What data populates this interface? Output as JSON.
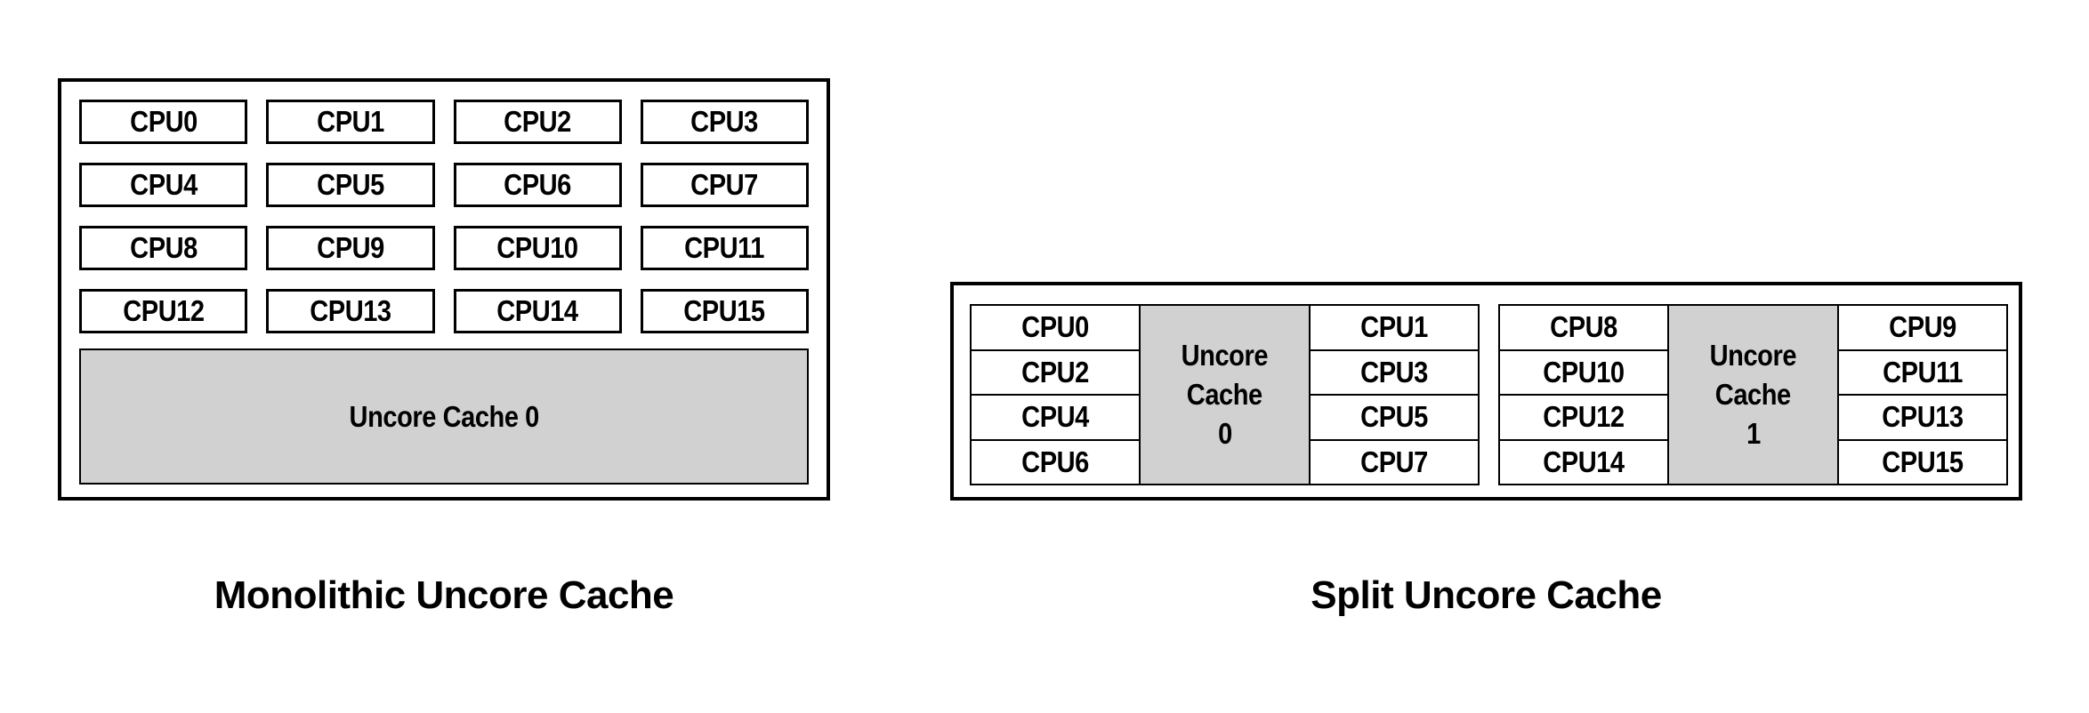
{
  "colors": {
    "background": "#ffffff",
    "border": "#000000",
    "cache_fill": "#d1d1d1",
    "text": "#000000"
  },
  "monolithic": {
    "caption": "Monolithic Uncore Cache",
    "cpus": [
      "CPU0",
      "CPU1",
      "CPU2",
      "CPU3",
      "CPU4",
      "CPU5",
      "CPU6",
      "CPU7",
      "CPU8",
      "CPU9",
      "CPU10",
      "CPU11",
      "CPU12",
      "CPU13",
      "CPU14",
      "CPU15"
    ],
    "cache_label": "Uncore Cache 0"
  },
  "split": {
    "caption": "Split Uncore Cache",
    "clusters": [
      {
        "left_cpus": [
          "CPU0",
          "CPU2",
          "CPU4",
          "CPU6"
        ],
        "cache_lines": [
          "Uncore",
          "Cache",
          "0"
        ],
        "right_cpus": [
          "CPU1",
          "CPU3",
          "CPU5",
          "CPU7"
        ]
      },
      {
        "left_cpus": [
          "CPU8",
          "CPU10",
          "CPU12",
          "CPU14"
        ],
        "cache_lines": [
          "Uncore",
          "Cache",
          "1"
        ],
        "right_cpus": [
          "CPU9",
          "CPU11",
          "CPU13",
          "CPU15"
        ]
      }
    ]
  }
}
